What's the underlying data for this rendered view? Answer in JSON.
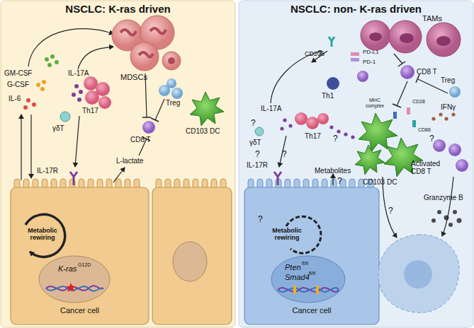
{
  "diagram": {
    "nodes": [
      {
        "text": [
          "NSCLC: K-ras driven"
        ]
      },
      {
        "text": [
          "NSCLC: non- K-ras driven"
        ]
      },
      {
        "text": [
          "Cancer cell"
        ],
        "in": 0
      },
      {
        "text": [
          "Cancer cell"
        ],
        "in": 1
      }
    ],
    "labels": [
      "GM-CSF",
      "G-CSF",
      "IL-6",
      "MDSCs",
      "IL-17A",
      "Th17",
      "γδT",
      "Treg",
      "CD8 T",
      "CD103 DC",
      "IL-17R",
      "L-lactate",
      "Metabolic rewiring",
      "K-ras",
      "G12D",
      "TAMs",
      "CD206",
      "PD-L1",
      "PD-1",
      "Th1",
      "CD8 T",
      "Treg",
      "MHC complex",
      "CD28",
      "CD86",
      "IFNγ",
      "IL-17A",
      "Th17",
      "γδT",
      "IL-17R",
      "Metabolites",
      "Metabolic rewiring",
      "Activated CD8 T",
      "CD103 DC",
      "Granzyme B",
      "Pten",
      "fl/fl",
      "Smad4",
      "fl/fl",
      "?",
      "?",
      "?",
      "?",
      "?",
      "?",
      "?",
      "?",
      "?"
    ]
  }
}
